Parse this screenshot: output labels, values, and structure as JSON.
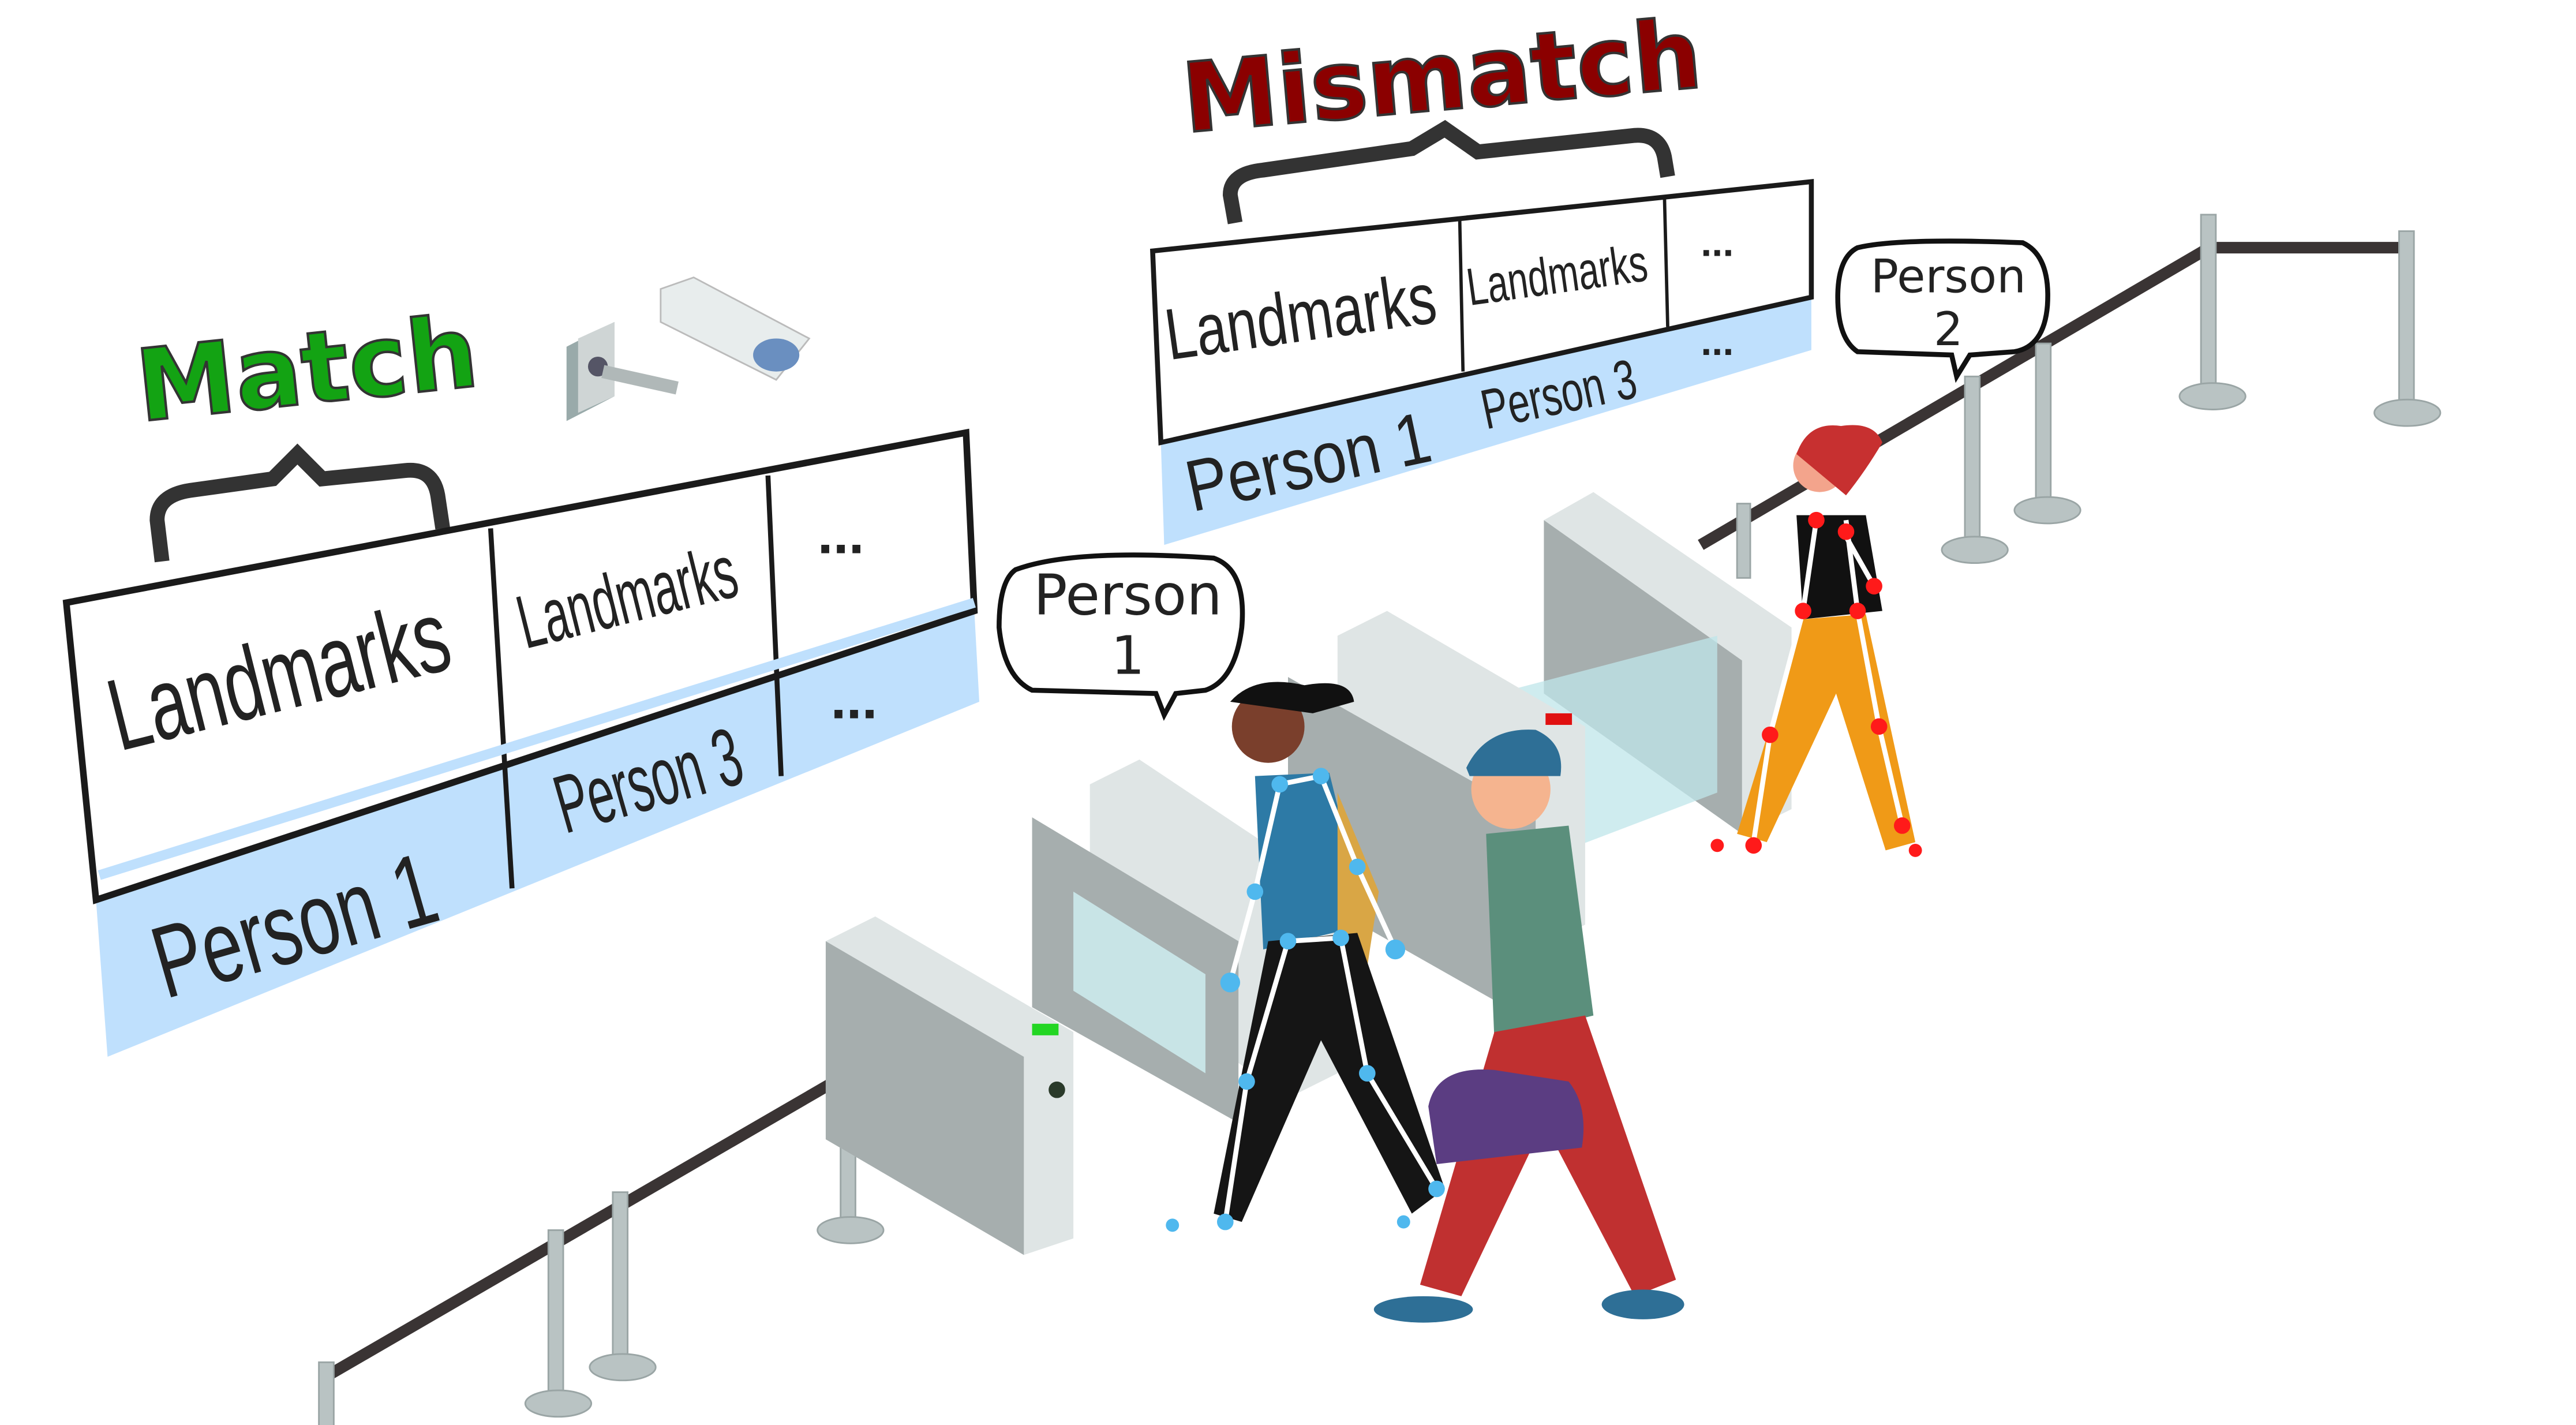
{
  "labels": {
    "match": "Match",
    "mismatch": "Mismatch"
  },
  "left_table": {
    "header": [
      "Landmarks",
      "Landmarks",
      "..."
    ],
    "row": [
      "Person 1",
      "Person 3",
      "..."
    ]
  },
  "right_table": {
    "header": [
      "Landmarks",
      "Landmarks",
      "..."
    ],
    "row": [
      "Person 1",
      "Person 3",
      "..."
    ]
  },
  "bubbles": {
    "person1": {
      "line1": "Person",
      "line2": "1"
    },
    "person2": {
      "line1": "Person",
      "line2": "2"
    }
  },
  "colors": {
    "match": "#13a313",
    "mismatch": "#8b0000",
    "row_fill": "#bfe0fd",
    "skeleton_person1": "#4fb8ee",
    "skeleton_person2": "#ff1a1a"
  }
}
